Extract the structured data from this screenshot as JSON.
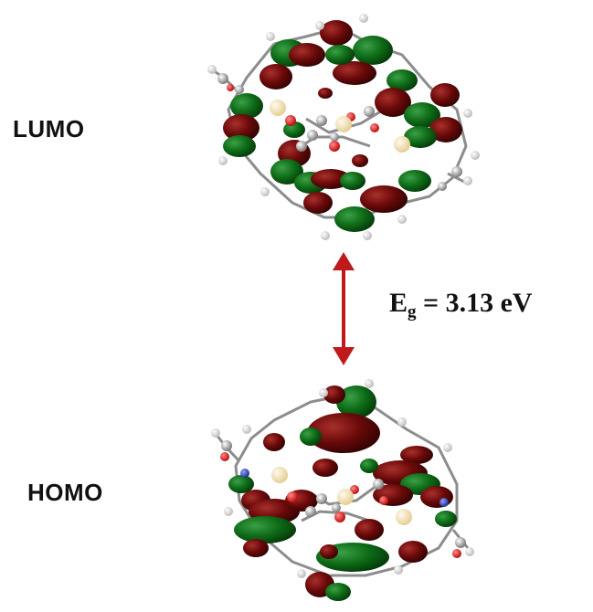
{
  "labels": {
    "lumo": "LUMO",
    "homo": "HOMO"
  },
  "gap": {
    "symbol": "E",
    "subscript": "g",
    "value": "= 3.13 eV"
  },
  "colors": {
    "lobe_green": "#0e6b17",
    "lobe_red": "#6a0909",
    "arrow": "#c0191c",
    "atom_gray": "#9a9a9a",
    "atom_white": "#ececec",
    "atom_oxygen": "#e01818",
    "atom_metal": "#f3e2b4",
    "atom_nitrogen": "#2a3fa8"
  },
  "orbitals": [
    {
      "name": "LUMO"
    },
    {
      "name": "HOMO"
    }
  ]
}
